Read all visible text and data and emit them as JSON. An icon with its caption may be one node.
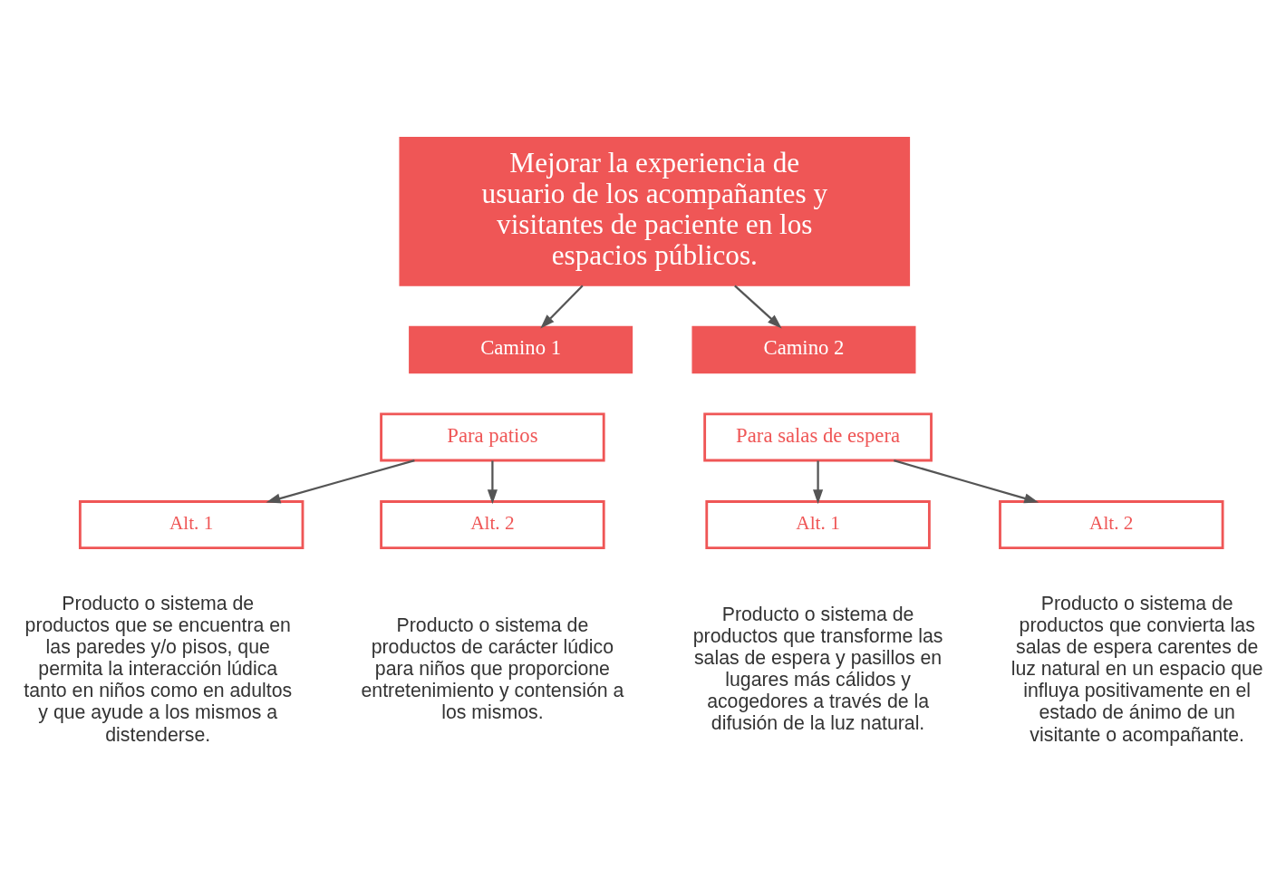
{
  "diagram": {
    "nodes": [
      {
        "text": [
          "Mejorar la experiencia de usuario de los acompañantes y visitantes de paciente en los espacios públicos."
        ]
      },
      {
        "text": [
          "Camino 1"
        ]
      },
      {
        "text": [
          "Para patios"
        ]
      },
      {
        "text": [
          "Alt. 1"
        ],
        "beside": [
          "Producto o sistema de productos que se encuentra en las paredes y/o pisos, que permita la interacción lúdica tanto en niños como en adultos y que ayude a los mismos a distenderse."
        ]
      },
      {
        "text": [
          "Alt. 2"
        ],
        "beside": [
          "Producto o sistema de productos de carácter lúdico para niños que proporcione entretenimiento y contensión a los mismos."
        ]
      },
      {
        "text": [
          "Camino 2"
        ]
      },
      {
        "text": [
          "Para salas de espera"
        ]
      },
      {
        "text": [
          "Alt. 1"
        ],
        "beside": [
          "Producto o sistema de productos que transforme las salas de espera y pasillos en lugares más cálidos y acogedores a través de la difusión de la luz natural."
        ]
      },
      {
        "text": [
          "Alt. 2"
        ],
        "beside": [
          "Producto o sistema de productos que convierta las salas de espera carentes de luz natural en un espacio que influya positivamente en el estado de ánimo de un visitante o acompañante."
        ]
      }
    ],
    "edges": [
      {
        "from": 0,
        "to": 1,
        "arrow": "to"
      },
      {
        "from": 0,
        "to": 5,
        "arrow": "to"
      },
      {
        "from": 2,
        "to": 3,
        "arrow": "to"
      },
      {
        "from": 2,
        "to": 4,
        "arrow": "to"
      },
      {
        "from": 6,
        "to": 7,
        "arrow": "to"
      },
      {
        "from": 6,
        "to": 8,
        "arrow": "to"
      }
    ]
  }
}
